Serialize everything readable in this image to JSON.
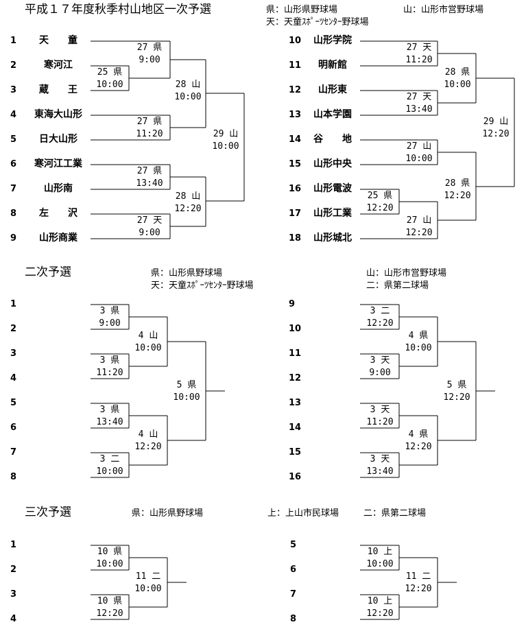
{
  "sections": [
    {
      "title": "平成１７年度秋季村山地区一次予選",
      "venues": [
        "県：山形県野球場",
        "天：天童ｽﾎﾟｰﾂｾﾝﾀｰ野球場",
        "山：山形市営野球場"
      ],
      "left_teams": [
        {
          "num": "1",
          "name": "天　　童"
        },
        {
          "num": "2",
          "name": "寒河江"
        },
        {
          "num": "3",
          "name": "蔵　　王"
        },
        {
          "num": "4",
          "name": "東海大山形"
        },
        {
          "num": "5",
          "name": "日大山形"
        },
        {
          "num": "6",
          "name": "寒河江工業"
        },
        {
          "num": "7",
          "name": "山形南"
        },
        {
          "num": "8",
          "name": "左　　沢"
        },
        {
          "num": "9",
          "name": "山形商業"
        }
      ],
      "right_teams": [
        {
          "num": "10",
          "name": "山形学院"
        },
        {
          "num": "11",
          "name": "明新館"
        },
        {
          "num": "12",
          "name": "山形東"
        },
        {
          "num": "13",
          "name": "山本学園"
        },
        {
          "num": "14",
          "name": "谷　　地"
        },
        {
          "num": "15",
          "name": "山形中央"
        },
        {
          "num": "16",
          "name": "山形電波"
        },
        {
          "num": "17",
          "name": "山形工業"
        },
        {
          "num": "18",
          "name": "山形城北"
        }
      ],
      "games": [
        {
          "label": "27 県",
          "time": "9:00"
        },
        {
          "label": "25 県",
          "time": "10:00"
        },
        {
          "label": "28 山",
          "time": "10:00"
        },
        {
          "label": "27 県",
          "time": "11:20"
        },
        {
          "label": "29 山",
          "time": "10:00"
        },
        {
          "label": "27 県",
          "time": "13:40"
        },
        {
          "label": "28 山",
          "time": "12:20"
        },
        {
          "label": "27 天",
          "time": "9:00"
        },
        {
          "label": "27 天",
          "time": "11:20"
        },
        {
          "label": "28 県",
          "time": "10:00"
        },
        {
          "label": "27 天",
          "time": "13:40"
        },
        {
          "label": "29 山",
          "time": "12:20"
        },
        {
          "label": "27 山",
          "time": "10:00"
        },
        {
          "label": "28 県",
          "time": "12:20"
        },
        {
          "label": "25 県",
          "time": "12:20"
        },
        {
          "label": "27 山",
          "time": "12:20"
        }
      ]
    },
    {
      "title": "二次予選",
      "venues": [
        "県：山形県野球場",
        "天：天童ｽﾎﾟｰﾂｾﾝﾀｰ野球場",
        "山：山形市営野球場",
        "二：県第二球場"
      ],
      "left_nums": [
        "1",
        "2",
        "3",
        "4",
        "5",
        "6",
        "7",
        "8"
      ],
      "right_nums": [
        "9",
        "10",
        "11",
        "12",
        "13",
        "14",
        "15",
        "16"
      ],
      "games": [
        {
          "label": "3 県",
          "time": "9:00"
        },
        {
          "label": "3 県",
          "time": "11:20"
        },
        {
          "label": "4 山",
          "time": "10:00"
        },
        {
          "label": "5 県",
          "time": "10:00"
        },
        {
          "label": "3 県",
          "time": "13:40"
        },
        {
          "label": "3 二",
          "time": "10:00"
        },
        {
          "label": "4 山",
          "time": "12:20"
        },
        {
          "label": "3 二",
          "time": "12:20"
        },
        {
          "label": "3 天",
          "time": "9:00"
        },
        {
          "label": "4 県",
          "time": "10:00"
        },
        {
          "label": "5 県",
          "time": "12:20"
        },
        {
          "label": "3 天",
          "time": "11:20"
        },
        {
          "label": "3 天",
          "time": "13:40"
        },
        {
          "label": "4 県",
          "time": "12:20"
        }
      ]
    },
    {
      "title": "三次予選",
      "venues": [
        "県：山形県野球場",
        "上：上山市民球場",
        "二：県第二球場"
      ],
      "left_nums": [
        "1",
        "2",
        "3",
        "4"
      ],
      "right_nums": [
        "5",
        "6",
        "7",
        "8"
      ],
      "games": [
        {
          "label": "10 県",
          "time": "10:00"
        },
        {
          "label": "10 県",
          "time": "12:20"
        },
        {
          "label": "11 二",
          "time": "10:00"
        },
        {
          "label": "10 上",
          "time": "10:00"
        },
        {
          "label": "10 上",
          "time": "12:20"
        },
        {
          "label": "11 二",
          "time": "12:20"
        }
      ]
    }
  ]
}
